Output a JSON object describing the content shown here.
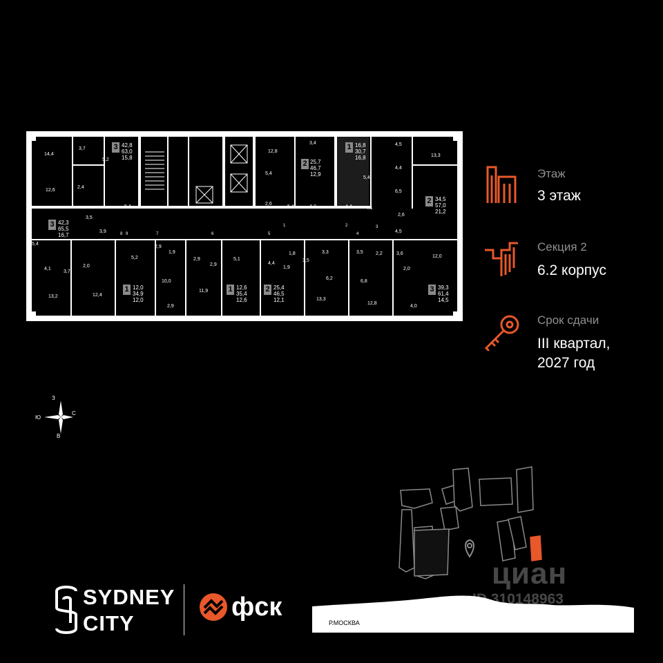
{
  "info": {
    "floor_label": "Этаж",
    "floor_value": "3 этаж",
    "section_label": "Секция 2",
    "section_value": "6.2 корпус",
    "deadline_label": "Срок сдачи",
    "deadline_line1": "III квартал,",
    "deadline_line2": "2027 год"
  },
  "colors": {
    "accent": "#e8582a",
    "background": "#000000",
    "plan_wall": "#ffffff",
    "muted": "#8f8f8f"
  },
  "icons": {
    "floor": "building-floor-icon",
    "section": "stairs-section-icon",
    "deadline": "key-icon"
  },
  "compass": {
    "north": "З",
    "south": "В",
    "west": "Ю",
    "east": "С"
  },
  "units": [
    {
      "rooms": "3",
      "total": "42,8",
      "living": "63,0",
      "kitchen": "15,8"
    },
    {
      "rooms": "2",
      "total": "25,7",
      "living": "46,7",
      "kitchen": "12,9"
    },
    {
      "rooms": "1",
      "total": "16,8",
      "living": "30,7",
      "kitchen": "16,8"
    },
    {
      "rooms": "2",
      "total": "34,5",
      "living": "57,0",
      "kitchen": "21,2"
    },
    {
      "rooms": "3",
      "total": "42,3",
      "living": "65,5",
      "kitchen": "16,7"
    },
    {
      "rooms": "1",
      "total": "12,0",
      "living": "34,9",
      "kitchen": "12,0"
    },
    {
      "rooms": "1",
      "total": "12,6",
      "living": "35,4",
      "kitchen": "12,6"
    },
    {
      "rooms": "2",
      "total": "25,4",
      "living": "46,5",
      "kitchen": "12,1"
    },
    {
      "rooms": "3",
      "total": "39,3",
      "living": "61,4",
      "kitchen": "14,5"
    }
  ],
  "room_areas": [
    "14,4",
    "3,7",
    "5,2",
    "12,6",
    "2,4",
    "5,4",
    "12,8",
    "5,4",
    "2,6",
    "3,4",
    "5,4",
    "4,2",
    "5,4",
    "4,4",
    "4,1",
    "4,5",
    "4,4",
    "6,5",
    "13,3",
    "2,6",
    "4,5",
    "3,9",
    "3,5",
    "5,4",
    "4,1",
    "2,0",
    "3,7",
    "13,2",
    "12,4",
    "5,2",
    "2,9",
    "1,9",
    "10,0",
    "2,9",
    "2,9",
    "11,9",
    "2,9",
    "5,1",
    "4,4",
    "1,8",
    "1,9",
    "3,3",
    "3,5",
    "6,2",
    "13,3",
    "3,5",
    "2,2",
    "3,6",
    "6,8",
    "12,8",
    "12,0",
    "2,0",
    "4,0"
  ],
  "door_numbers": [
    "9",
    "8",
    "7",
    "6",
    "5",
    "4",
    "3",
    "2",
    "1"
  ],
  "brand": {
    "sydney_line1": "SYDNEY",
    "sydney_line2": "CITY",
    "fsk": "фск"
  },
  "map": {
    "river": "Р.МОСКВА"
  },
  "watermark": {
    "word": "циан",
    "id": "ID 310148963"
  }
}
